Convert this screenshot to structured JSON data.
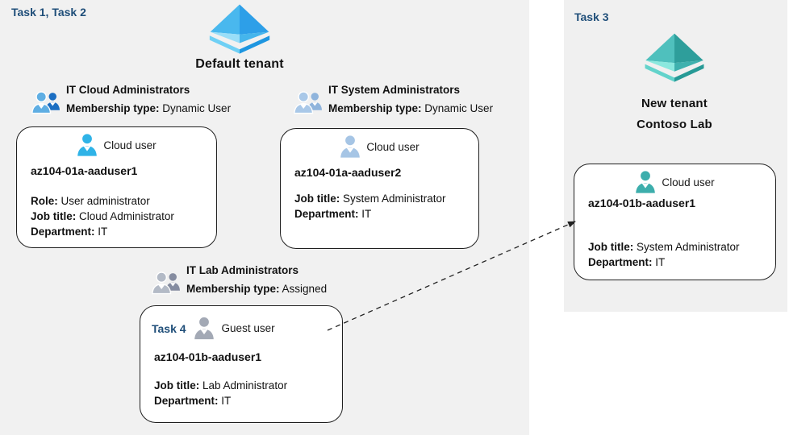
{
  "colors": {
    "task_label": "#1F4E79",
    "canvas_left_bg": "#F1F1F1",
    "panel_right_bg": "#F0F0F0",
    "card_border": "#1F1F1F",
    "arrow": "#222222",
    "person_cloud_cyan": "#2FB3E7",
    "person_cloud_steel": "#A6C5E5",
    "person_guest_gray": "#A3A9B5",
    "person_cloud_teal": "#3DAEAC",
    "group_cloud_front": "#5FAEE3",
    "group_cloud_back": "#1B6EC2",
    "group_system_front": "#A9C8E8",
    "group_system_back": "#8FB4DC",
    "group_lab_front": "#B3BAC6",
    "group_lab_back": "#858CA0",
    "pyramid_blue": {
      "ul": "#49B8EE",
      "ur": "#2D9FE8",
      "ll": "#9ADEF8",
      "lr": "#45B5EC",
      "rim_l": "#6FD0F5",
      "rim_r": "#1E96E0"
    },
    "pyramid_teal": {
      "ul": "#4FC0BD",
      "ur": "#2E9E9B",
      "ll": "#8BE8DE",
      "lr": "#3FB1AE",
      "rim_l": "#63D3CB",
      "rim_r": "#279A96"
    }
  },
  "left": {
    "task_label": "Task 1, Task 2",
    "tenant_name": "Default tenant",
    "groups": [
      {
        "name": "IT Cloud Administrators",
        "membership_label": "Membership type:",
        "membership_value": "Dynamic User"
      },
      {
        "name": "IT System Administrators",
        "membership_label": "Membership type:",
        "membership_value": "Dynamic User"
      },
      {
        "name": "IT Lab Administrators",
        "membership_label": "Membership type:",
        "membership_value": "Assigned"
      }
    ],
    "cards": [
      {
        "user_type": "Cloud user",
        "username": "az104-01a-aaduser1",
        "fields": [
          {
            "label": "Role:",
            "value": "User administrator"
          },
          {
            "label": "Job title:",
            "value": "Cloud Administrator"
          },
          {
            "label": "Department:",
            "value": "IT"
          }
        ]
      },
      {
        "user_type": "Cloud user",
        "username": "az104-01a-aaduser2",
        "fields": [
          {
            "label": "Job title:",
            "value": "System Administrator"
          },
          {
            "label": "Department:",
            "value": "IT"
          }
        ]
      },
      {
        "task_label": "Task 4",
        "user_type": "Guest user",
        "username": "az104-01b-aaduser1",
        "fields": [
          {
            "label": "Job title:",
            "value": "Lab Administrator"
          },
          {
            "label": "Department:",
            "value": "IT"
          }
        ]
      }
    ]
  },
  "right": {
    "task_label": "Task 3",
    "tenant_line1": "New tenant",
    "tenant_line2": "Contoso Lab",
    "card": {
      "user_type": "Cloud user",
      "username": "az104-01b-aaduser1",
      "fields": [
        {
          "label": "Job title:",
          "value": "System Administrator"
        },
        {
          "label": "Department:",
          "value": "IT"
        }
      ]
    }
  },
  "connector": {
    "style": "dashed-arrow",
    "from": "guest-user-card",
    "to": "new-tenant-user-card"
  }
}
